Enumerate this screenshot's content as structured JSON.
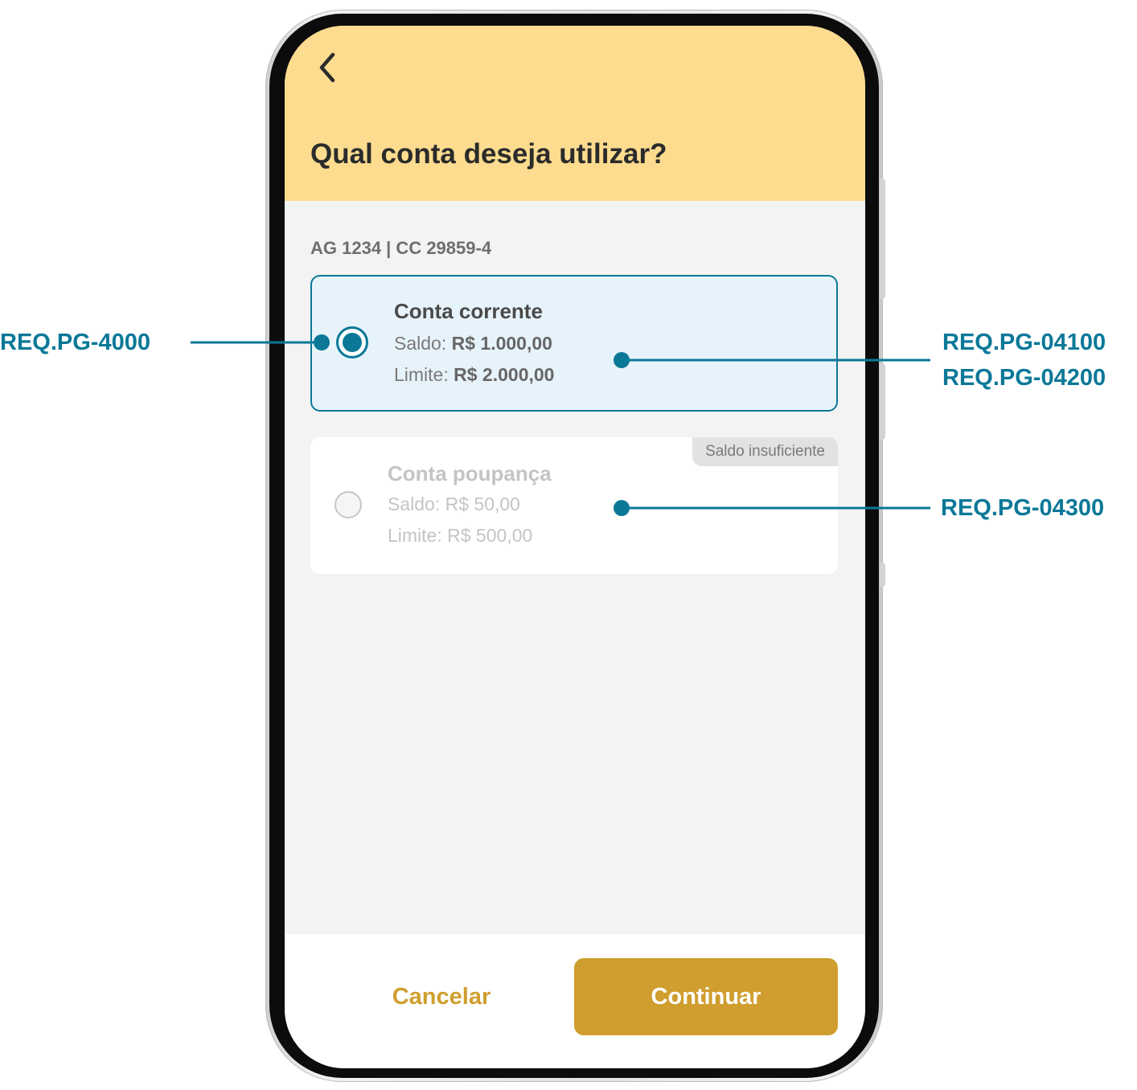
{
  "header": {
    "title": "Qual conta deseja utilizar?"
  },
  "account_info": "AG 1234 | CC 29859-4",
  "accounts": [
    {
      "name": "Conta corrente",
      "balance_label": "Saldo: ",
      "balance_value": "R$ 1.000,00",
      "limit_label": "Limite: ",
      "limit_value": "R$ 2.000,00",
      "selected": true
    },
    {
      "name": "Conta poupança",
      "balance_label": "Saldo: ",
      "balance_value": "R$ 50,00",
      "limit_label": "Limite: ",
      "limit_value": "R$ 500,00",
      "badge": "Saldo insuficiente",
      "selected": false
    }
  ],
  "footer": {
    "cancel_label": "Cancelar",
    "continue_label": "Continuar"
  },
  "annotations": {
    "radio": "REQ.PG-4000",
    "checking_1": "REQ.PG-04100",
    "checking_2": "REQ.PG-04200",
    "savings": "REQ.PG-04300"
  },
  "colors": {
    "header_bg": "#fddc8f",
    "accent_teal": "#0b7898",
    "button_gold": "#cf9e2e",
    "screen_bg": "#f3f3f3"
  },
  "icons": {
    "back": "chevron-left-icon"
  }
}
